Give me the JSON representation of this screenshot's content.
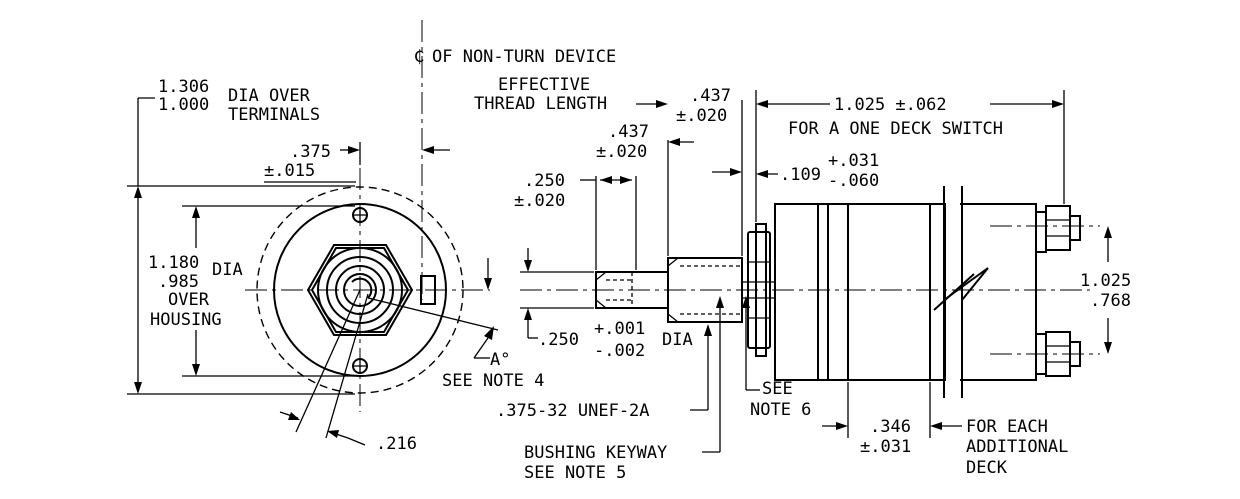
{
  "cl_label": "OF NON-TURN DEVICE",
  "dia_terminals": {
    "max": "1.306",
    "min": "1.000",
    "label1": "DIA OVER",
    "label2": "TERMINALS"
  },
  "dim_375": {
    "value": ".375",
    "tol": "±.015"
  },
  "dia_housing": {
    "max": "1.180",
    "min": ".985",
    "dia": "DIA",
    "label1": "OVER",
    "label2": "HOUSING"
  },
  "note_a": {
    "label": "A°",
    "see": "SEE NOTE 4"
  },
  "dim_216": ".216",
  "effective_thread": {
    "line1": "EFFECTIVE",
    "line2": "THREAD LENGTH"
  },
  "dim_437_outer": {
    "value": ".437",
    "tol": "±.020"
  },
  "dim_437_inner": {
    "value": ".437",
    "tol": "±.020"
  },
  "dim_250_top": {
    "value": ".250",
    "tol": "±.020"
  },
  "dim_1025_062": {
    "value": "1.025 ±.062",
    "label": "FOR A ONE DECK SWITCH"
  },
  "dim_109": {
    "value": ".109",
    "plus": "+.031",
    "minus": "-.060"
  },
  "dim_1025_768": {
    "max": "1.025",
    "min": ".768"
  },
  "dim_250_shaft": {
    "value": ".250",
    "plus": "+.001",
    "minus": "-.002",
    "dia": "DIA"
  },
  "see_note6": {
    "line1": "SEE",
    "line2": "NOTE 6"
  },
  "thread_spec": ".375-32 UNEF-2A",
  "dim_346": {
    "value": ".346",
    "tol": "±.031"
  },
  "each_deck": {
    "line1": "FOR EACH",
    "line2": "ADDITIONAL",
    "line3": "DECK"
  },
  "keyway": {
    "line1": "BUSHING KEYWAY",
    "line2": "SEE NOTE 5"
  }
}
